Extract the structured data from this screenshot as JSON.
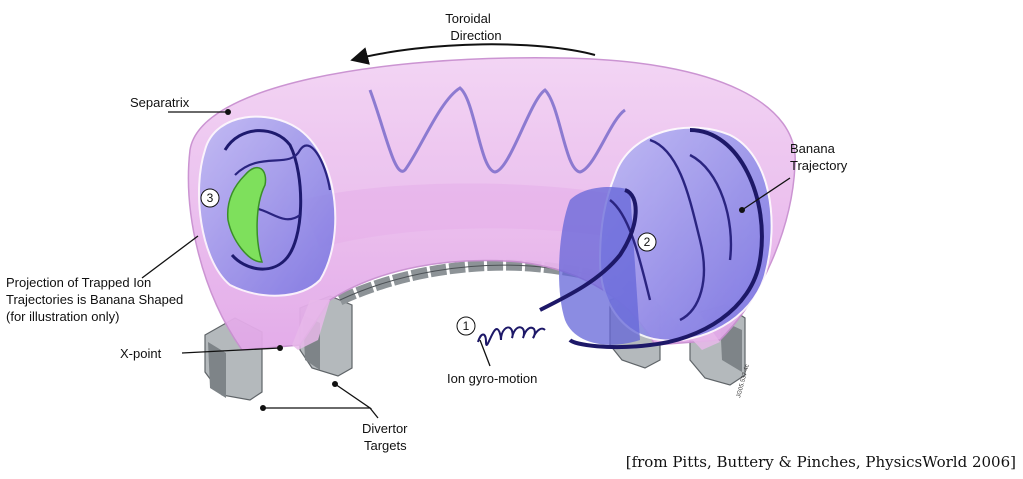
{
  "labels": {
    "toroidal_line1": "Toroidal",
    "toroidal_line2": "Direction",
    "separatrix": "Separatrix",
    "banana_line1": "Banana",
    "banana_line2": "Trajectory",
    "projection_line1": "Projection of Trapped Ion",
    "projection_line2": "Trajectories is Banana Shaped",
    "projection_line3": "(for illustration only)",
    "xpoint": "X-point",
    "gyro": "Ion gyro-motion",
    "divertor_line1": "Divertor",
    "divertor_line2": "Targets",
    "marker_1": "1",
    "marker_2": "2",
    "marker_3": "3",
    "stamp": "JG05.537-4c"
  },
  "citation": "[from Pitts, Buttery & Pinches, PhysicsWorld 2006]",
  "colors": {
    "torus": "#e9b6ec",
    "torus_edge": "#c98fd0",
    "plasma": "#7f7fe6",
    "orbit": "#241f7a",
    "banana": "#7ee05c",
    "divertor": "#9aa0a4"
  }
}
